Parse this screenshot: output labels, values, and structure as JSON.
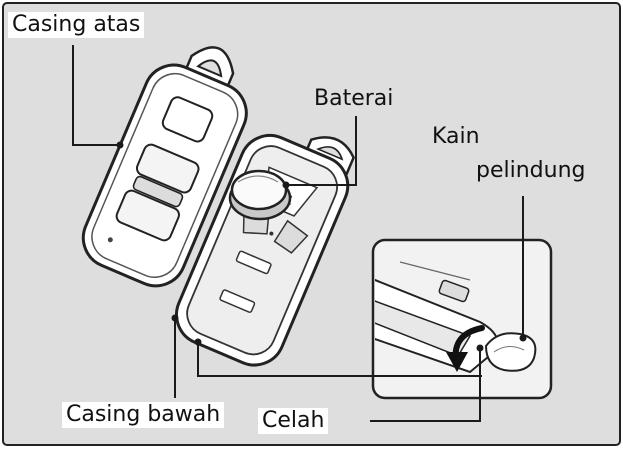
{
  "labels": {
    "casing_atas": "Casing atas",
    "baterai": "Baterai",
    "kain_pelindung_line1": "Kain",
    "kain_pelindung_line2": "pelindung",
    "casing_bawah": "Casing bawah",
    "celah": "Celah"
  },
  "colors": {
    "background": "#dedede",
    "frame": "#222222",
    "line": "#1a1a1a",
    "part_fill": "#ffffff",
    "part_shade": "#e6e6e6"
  }
}
